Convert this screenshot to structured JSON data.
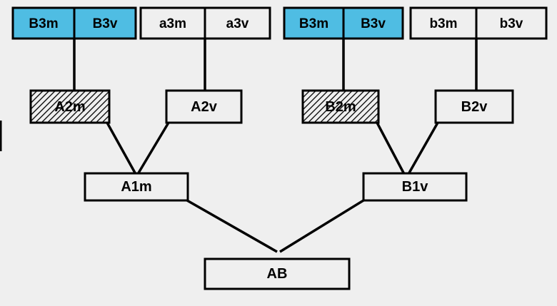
{
  "diagram": {
    "title": "Pedigree / allele inheritance tree",
    "background_color": "#efefef",
    "highlight_color": "#4fbde3",
    "line_color": "#000000",
    "rows": {
      "generation3": {
        "groups": [
          {
            "name": "group-a-maternal",
            "style": "highlighted",
            "cells": [
              {
                "label": "B3m"
              },
              {
                "label": "B3v"
              }
            ]
          },
          {
            "name": "group-a-paternal",
            "style": "plain",
            "cells": [
              {
                "label": "a3m"
              },
              {
                "label": "a3v"
              }
            ]
          },
          {
            "name": "group-b-maternal",
            "style": "highlighted",
            "cells": [
              {
                "label": "B3m"
              },
              {
                "label": "B3v"
              }
            ]
          },
          {
            "name": "group-b-paternal",
            "style": "plain",
            "cells": [
              {
                "label": "b3m"
              },
              {
                "label": "b3v"
              }
            ]
          }
        ]
      },
      "generation2": {
        "nodes": [
          {
            "name": "a2m",
            "label": "A2m",
            "style": "hatched"
          },
          {
            "name": "a2v",
            "label": "A2v",
            "style": "plain"
          },
          {
            "name": "b2m",
            "label": "B2m",
            "style": "hatched"
          },
          {
            "name": "b2v",
            "label": "B2v",
            "style": "plain"
          }
        ]
      },
      "generation1": {
        "nodes": [
          {
            "name": "a1m",
            "label": "A1m",
            "style": "plain"
          },
          {
            "name": "b1v",
            "label": "B1v",
            "style": "plain"
          }
        ]
      },
      "generation0": {
        "nodes": [
          {
            "name": "ab",
            "label": "AB",
            "style": "plain"
          }
        ]
      }
    }
  }
}
